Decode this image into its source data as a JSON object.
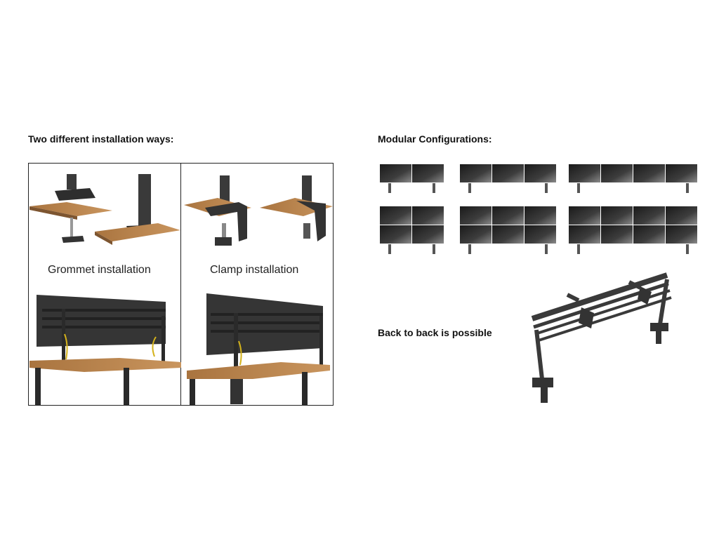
{
  "headings": {
    "installation": "Two different installation ways:",
    "modular": "Modular Configurations:",
    "back_to_back": "Back to back is possible"
  },
  "installation": {
    "grommet_label": "Grommet installation",
    "clamp_label": "Clamp installation"
  },
  "modular_configurations": [
    {
      "rows": 1,
      "cols": 2
    },
    {
      "rows": 1,
      "cols": 3
    },
    {
      "rows": 1,
      "cols": 4
    },
    {
      "rows": 2,
      "cols": 2
    },
    {
      "rows": 2,
      "cols": 3
    },
    {
      "rows": 2,
      "cols": 4
    }
  ],
  "colors": {
    "wood": "#b98552",
    "metal": "#3a3a3a",
    "screen": "#2b2b2b"
  }
}
